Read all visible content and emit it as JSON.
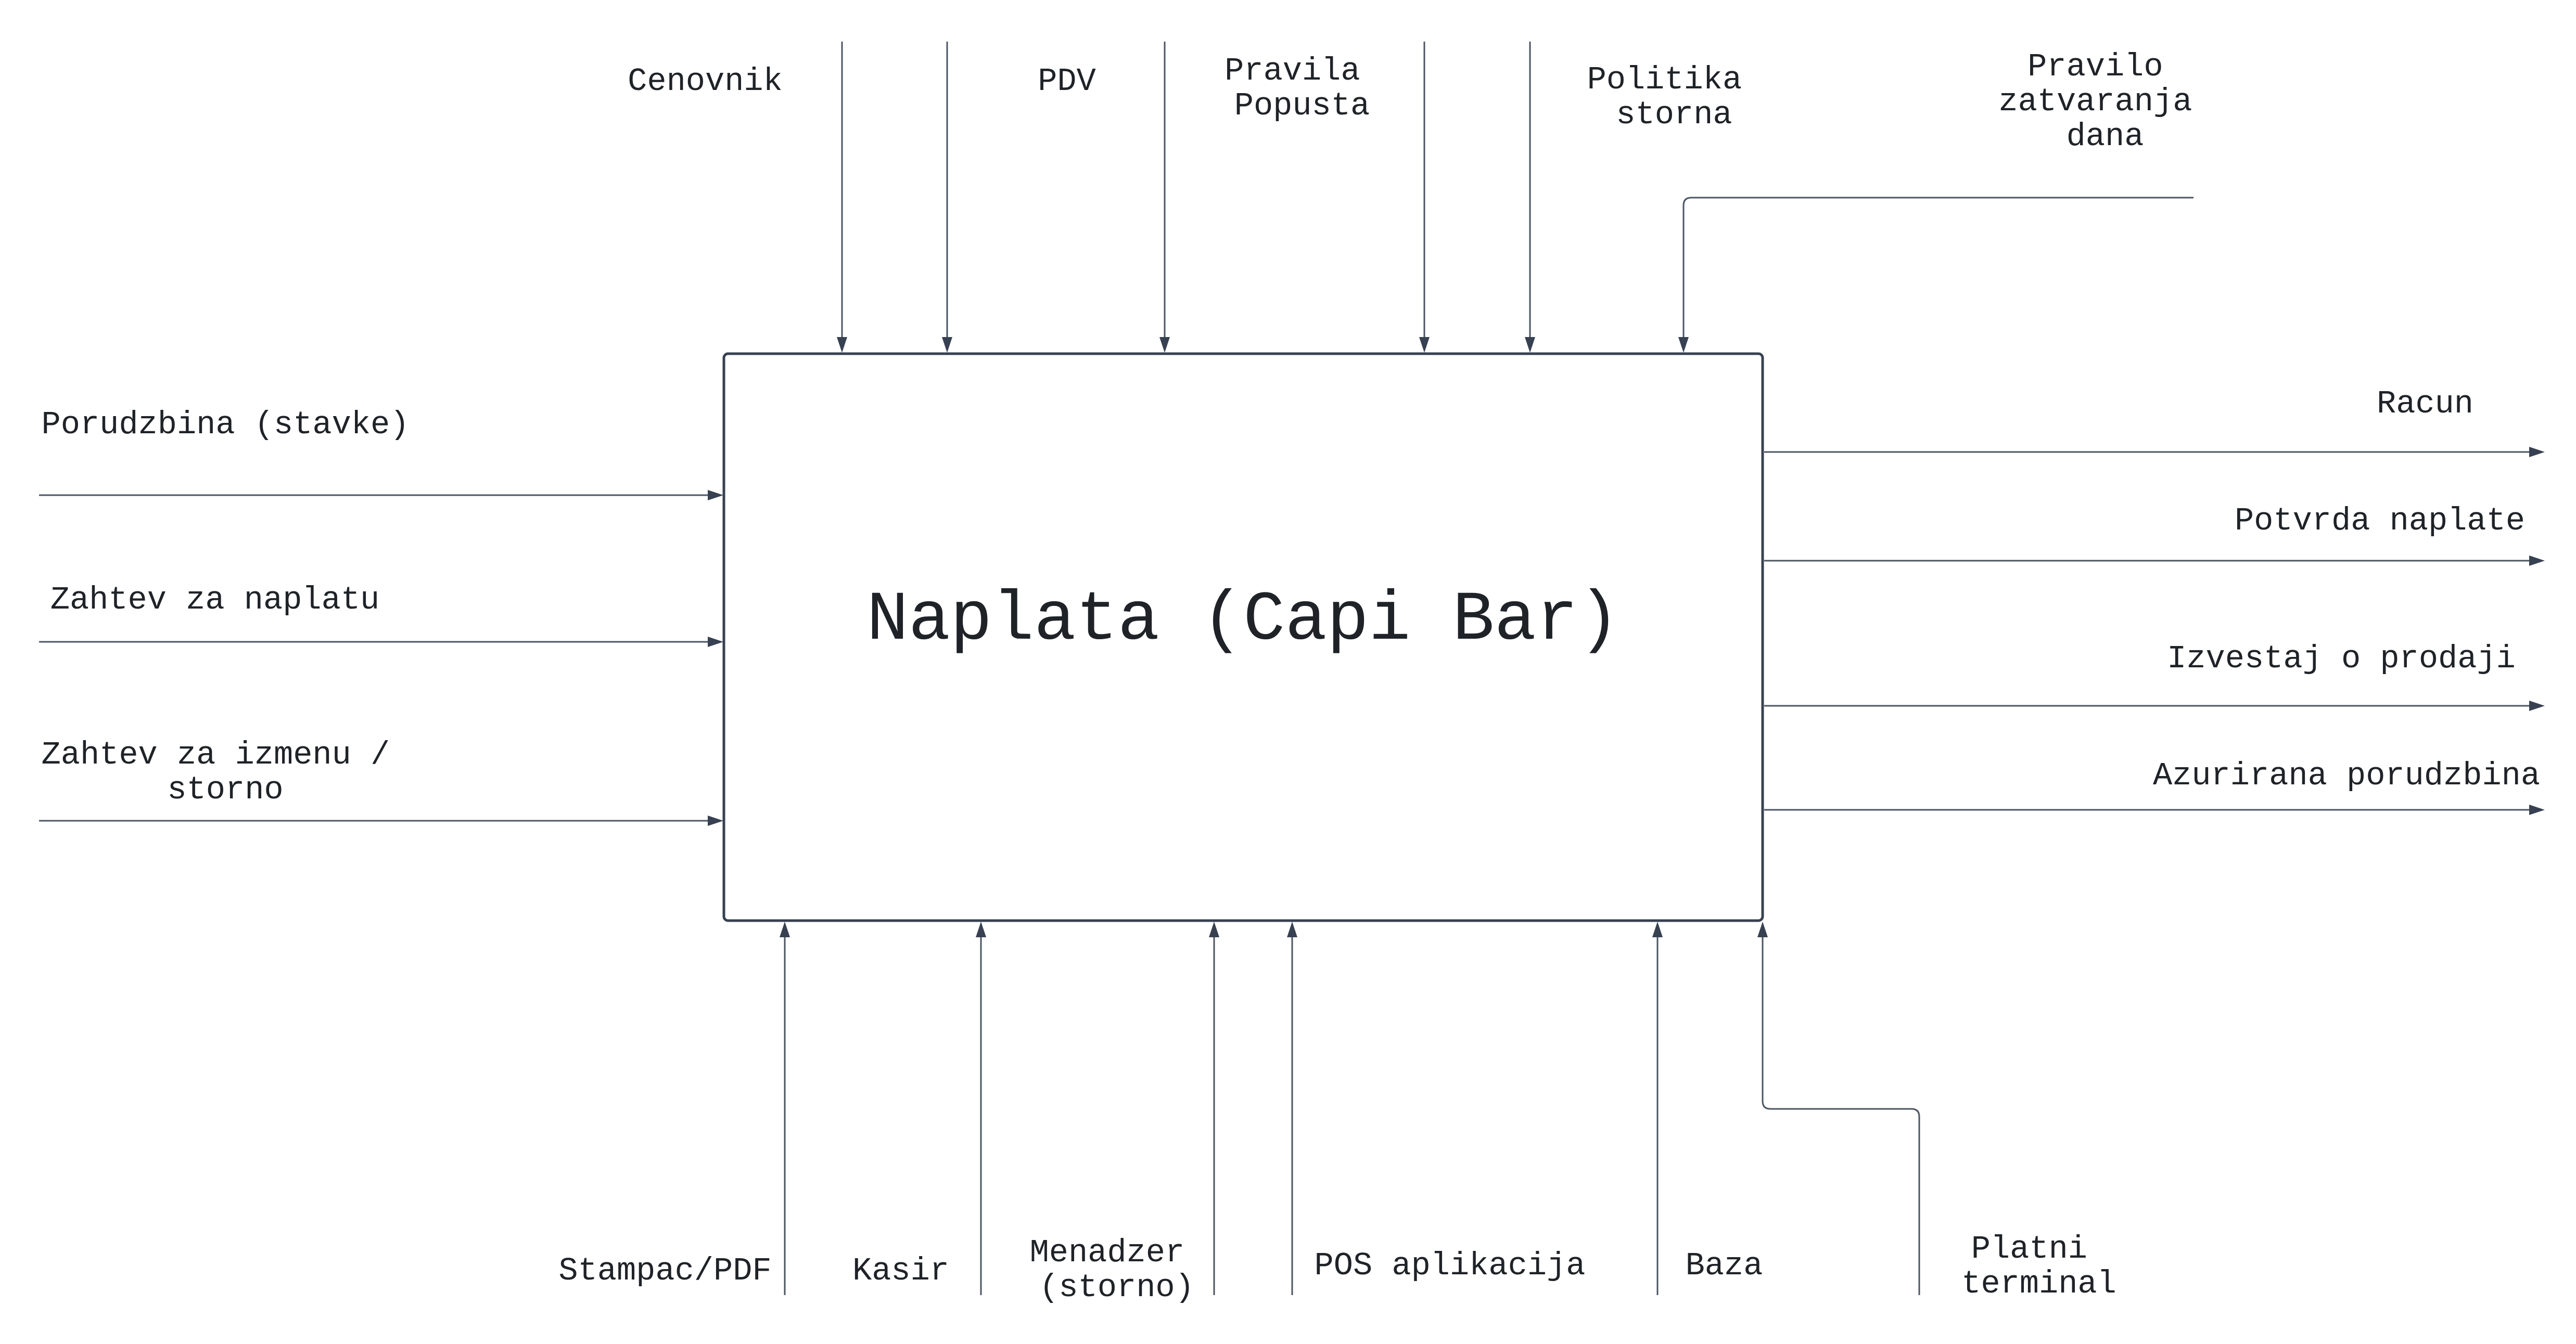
{
  "process": {
    "title": "Naplata (Capi Bar)"
  },
  "controls": [
    {
      "id": "cenovnik",
      "lines": [
        "Cenovnik"
      ]
    },
    {
      "id": "pdv",
      "lines": [
        "PDV"
      ]
    },
    {
      "id": "pravila-popusta",
      "lines": [
        "Pravila",
        "Popusta"
      ]
    },
    {
      "id": "politika-storna",
      "lines": [
        "Politika",
        "storna"
      ]
    },
    {
      "id": "pravilo-zatvaranja-dana",
      "lines": [
        "Pravilo",
        "zatvaranja",
        "dana"
      ]
    }
  ],
  "inputs": [
    {
      "id": "porudzbina",
      "lines": [
        "Porudzbina (stavke)"
      ]
    },
    {
      "id": "zahtev-naplata",
      "lines": [
        "Zahtev za naplatu"
      ]
    },
    {
      "id": "zahtev-izmena",
      "lines": [
        "Zahtev za izmenu /",
        "storno"
      ]
    }
  ],
  "outputs": [
    {
      "id": "racun",
      "lines": [
        "Racun"
      ]
    },
    {
      "id": "potvrda-naplate",
      "lines": [
        "Potvrda naplate"
      ]
    },
    {
      "id": "izvestaj-prodaji",
      "lines": [
        "Izvestaj o prodaji"
      ]
    },
    {
      "id": "azurirana-porudzbina",
      "lines": [
        "Azurirana porudzbina"
      ]
    }
  ],
  "mechanisms": [
    {
      "id": "stampac",
      "lines": [
        "Stampac/PDF"
      ]
    },
    {
      "id": "kasir",
      "lines": [
        "Kasir"
      ]
    },
    {
      "id": "menadzer",
      "lines": [
        "Menadzer",
        "(storno)"
      ]
    },
    {
      "id": "pos",
      "lines": [
        "POS aplikacija"
      ]
    },
    {
      "id": "baza",
      "lines": [
        "Baza"
      ]
    },
    {
      "id": "platni-terminal",
      "lines": [
        "Platni",
        "terminal"
      ]
    }
  ]
}
